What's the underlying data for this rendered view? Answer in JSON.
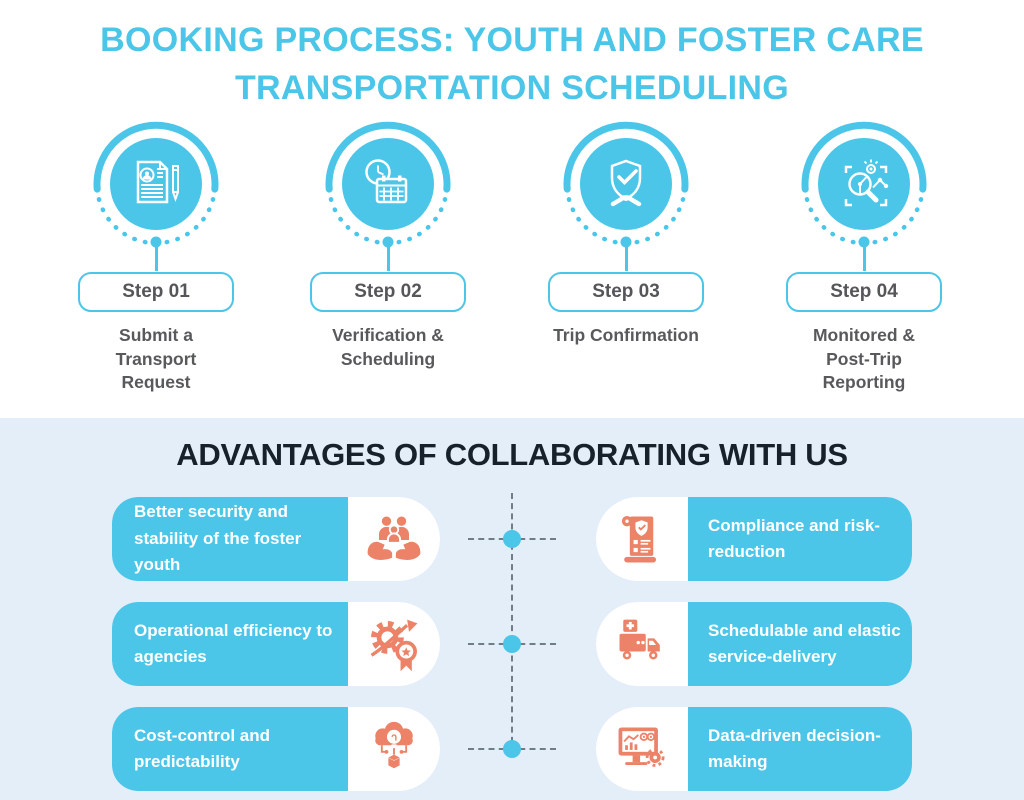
{
  "title": {
    "line1": "BOOKING PROCESS: YOUTH AND FOSTER CARE",
    "line2": "TRANSPORTATION SCHEDULING"
  },
  "steps": [
    {
      "badge": "Step 01",
      "label": "Submit a Transport Request",
      "icon": "transport-request-document-icon"
    },
    {
      "badge": "Step 02",
      "label": "Verification & Scheduling",
      "icon": "clock-calendar-icon"
    },
    {
      "badge": "Step 03",
      "label": "Trip Confirmation",
      "icon": "shield-check-handshake-icon"
    },
    {
      "badge": "Step 04",
      "label": "Monitored & Post-Trip Reporting",
      "icon": "monitoring-magnifier-eye-icon"
    }
  ],
  "advantages": {
    "heading": "ADVANTAGES OF COLLABORATING WITH US",
    "left": [
      {
        "text": "Better security and stability of the foster youth",
        "icon": "family-in-hands-icon"
      },
      {
        "text": "Operational efficiency to agencies",
        "icon": "gear-growth-award-icon"
      },
      {
        "text": "Cost-control and predictability",
        "icon": "idea-cloud-circuit-icon"
      }
    ],
    "right": [
      {
        "text": "Compliance and risk-reduction",
        "icon": "compliance-scroll-shield-icon"
      },
      {
        "text": "Schedulable and elastic service-delivery",
        "icon": "medical-delivery-truck-icon"
      },
      {
        "text": "Data-driven decision-making",
        "icon": "analytics-monitor-gear-icon"
      }
    ]
  },
  "colors": {
    "accent_cyan": "#4BC6E8",
    "coral": "#EC8368",
    "step_text_gray": "#58595B",
    "heading_dark": "#17212B",
    "section_bg": "#E4EEF8",
    "dash_gray": "#6F7D89"
  }
}
